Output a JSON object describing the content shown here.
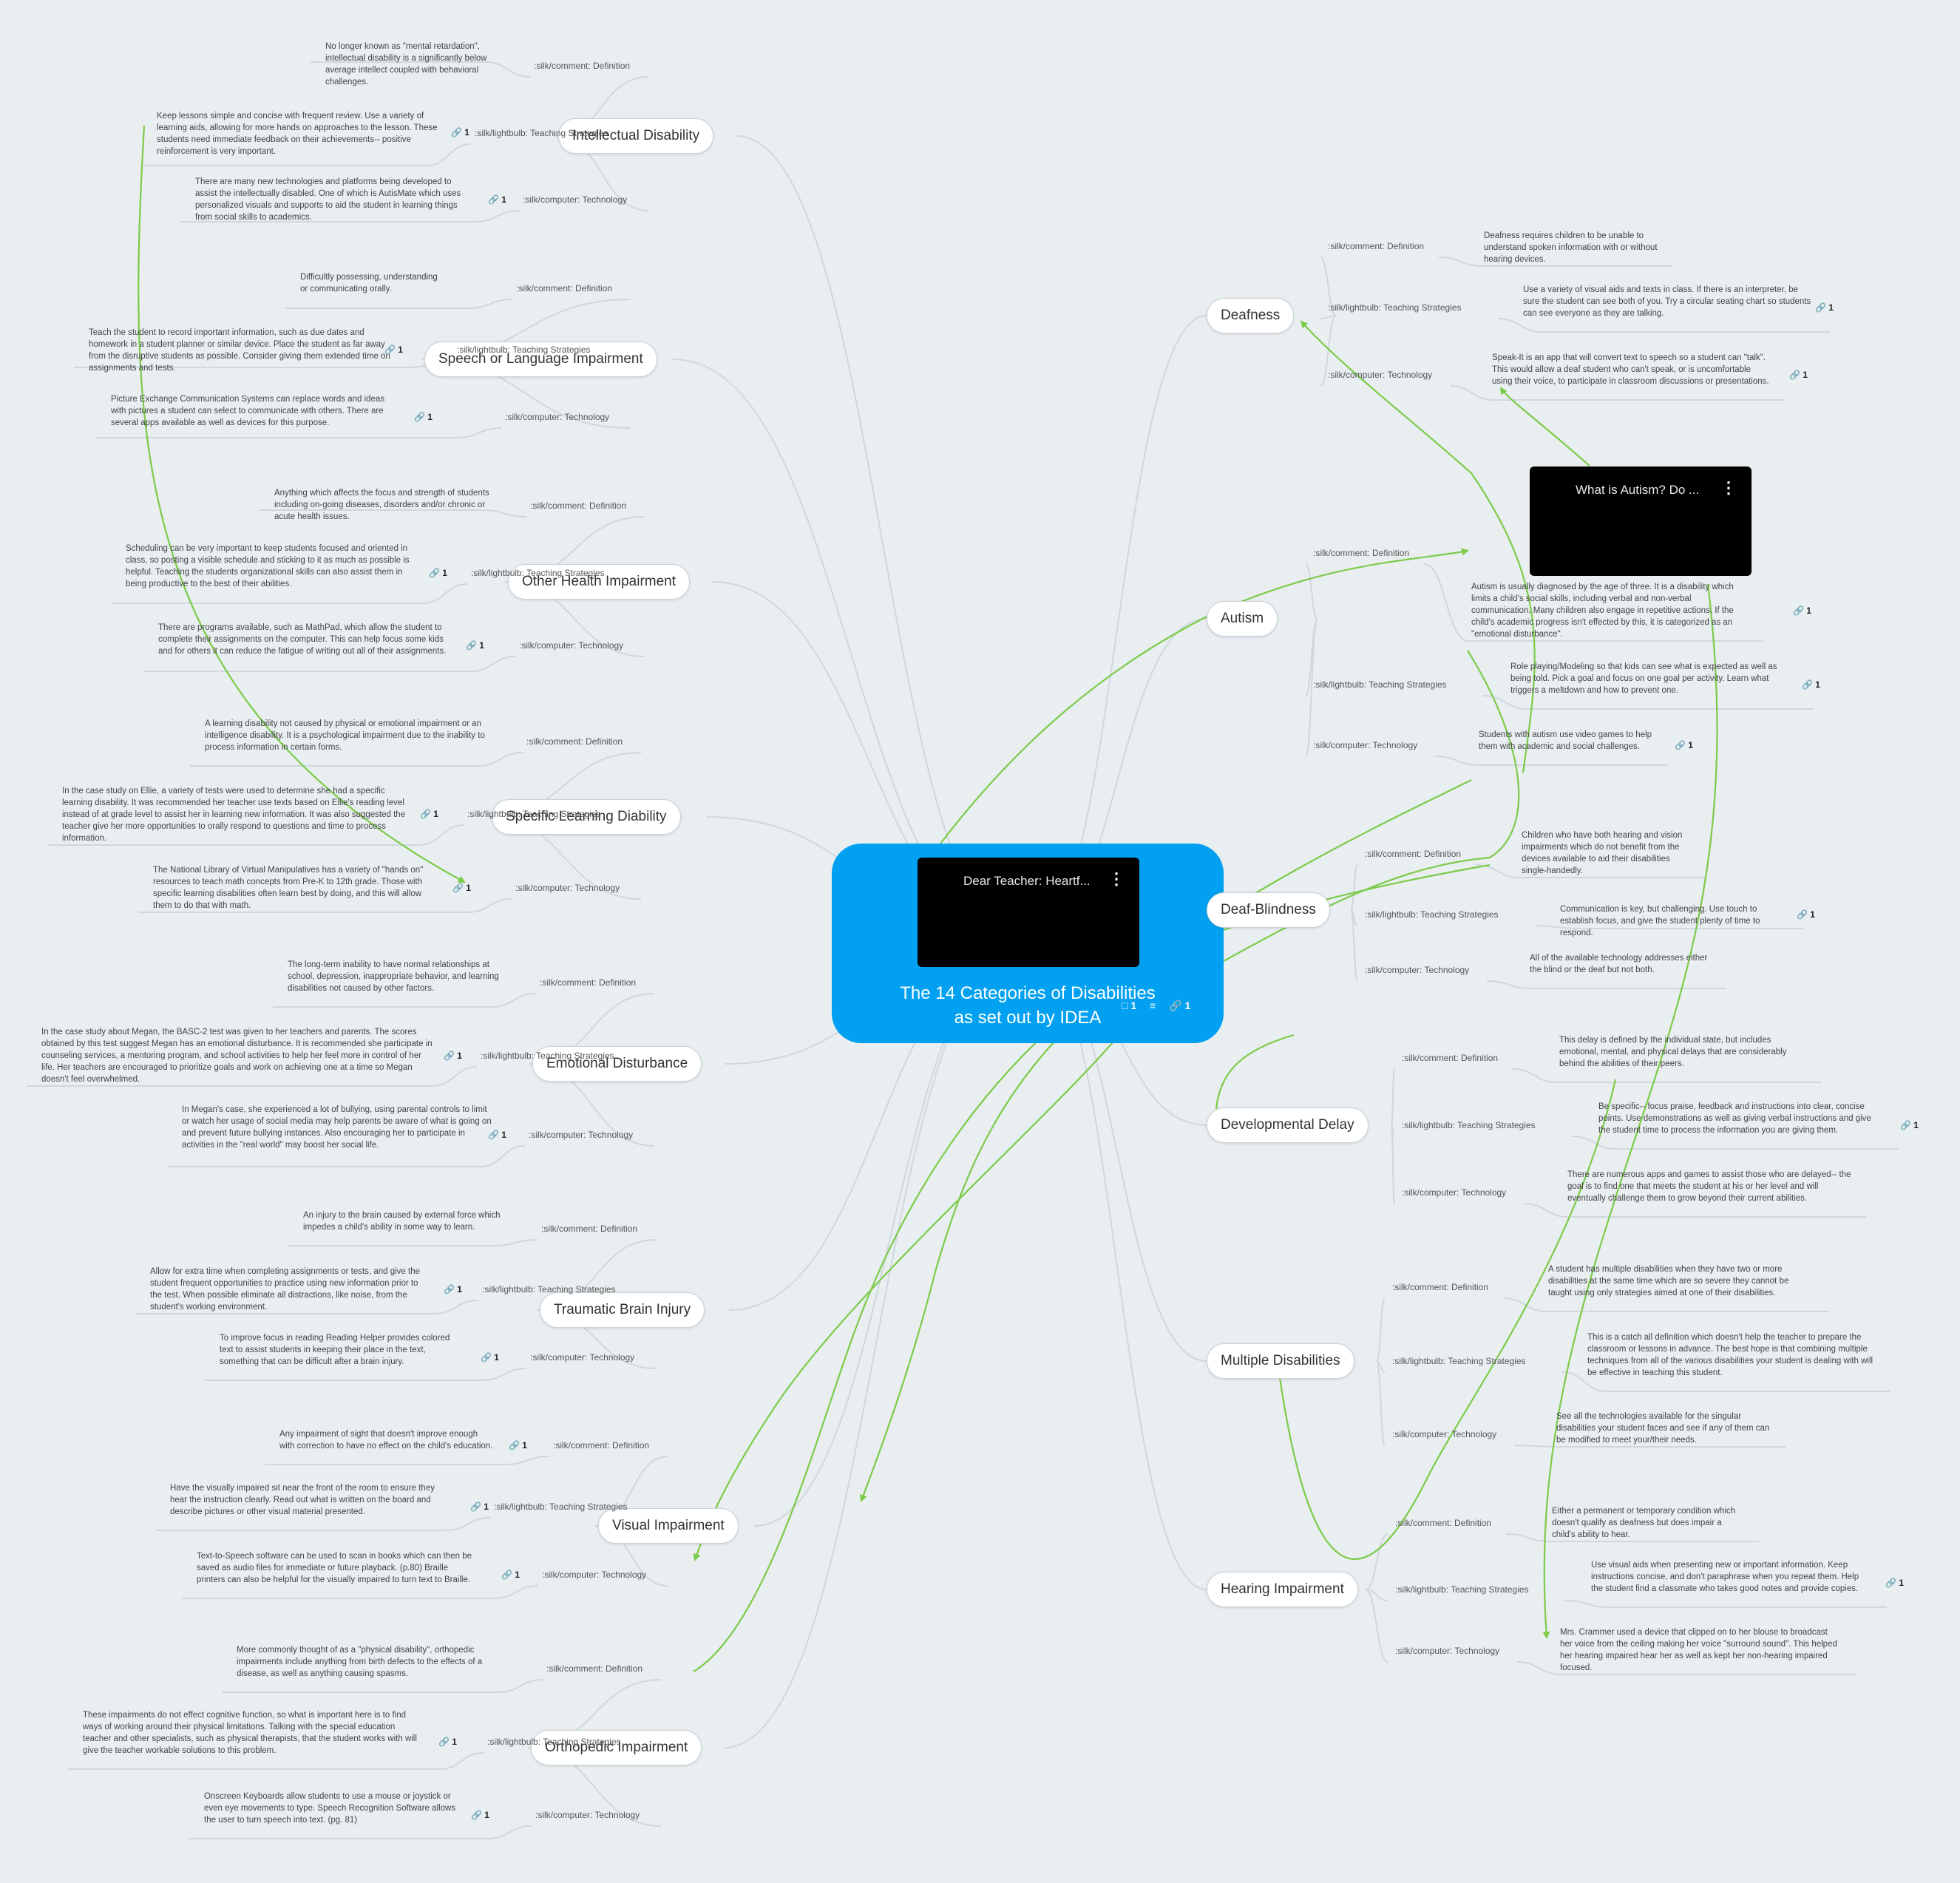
{
  "center": {
    "title_line1": "The 14 Categories of Disabilities",
    "title_line2": "as set out by IDEA",
    "video_title": "Dear Teacher: Heartf...",
    "comments_count": "1",
    "links_count": "1"
  },
  "autism_video": {
    "title": "What is Autism? Do ..."
  },
  "link_count": "1",
  "labels": {
    "definition": ":silk/comment: Definition",
    "teaching": ":silk/lightbulb: Teaching Strategies",
    "technology": ":silk/computer: Technology"
  },
  "topics": [
    {
      "name": "Intellectual Disability",
      "definition": "No longer known as \"mental retardation\", intellectual disability is a significantly below average intellect coupled with behavioral challenges.",
      "teaching": "Keep lessons simple and concise with frequent review. Use a variety of learning aids, allowing for more hands on approaches to the lesson. These students need immediate feedback on their achievements-- positive reinforcement is very important.",
      "technology": "There are many new technologies and platforms being developed to assist the intellectually disabled. One of which is AutisMate which uses personalized visuals and supports to aid the student in learning things from social skills to academics."
    },
    {
      "name": "Speech or Language Impairment",
      "definition": "Difficultly possessing, understanding or communicating orally.",
      "teaching": "Teach the student to record important information, such as due dates and homework in a student planner or similar device. Place the student as far away from the disruptive students as possible. Consider giving them extended time on assignments and tests.",
      "technology": "Picture Exchange Communication Systems can replace words and ideas with pictures a student can select to communicate with others. There are several apps available as well as devices for this purpose."
    },
    {
      "name": "Other Health Impairment",
      "definition": "Anything which affects the focus and strength of students including on-going diseases, disorders and/or chronic or acute health issues.",
      "teaching": "Scheduling can be very important to keep students focused and oriented in class, so posting a visible schedule and sticking to it as much as possible is helpful. Teaching the students organizational skills can also assist them in being productive to the best of their abilities.",
      "technology": "There are programs available, such as MathPad, which allow the student to complete their assignments on the computer. This can help focus some kids and for others it can reduce the fatigue of writing out all of their assignments."
    },
    {
      "name": "Specific Learning Diability",
      "definition": "A learning disability not caused by physical or emotional impairment or an intelligence disability. It is a psychological impairment due to the inability to process information in certain forms.",
      "teaching": "In the case study on Ellie, a variety of tests were used to determine she had a specific learning disability. It was recommended her teacher use texts based on Ellie's reading level instead of at grade level to assist her in learning new information. It was also suggested the teacher give her more opportunities to orally respond to questions and time to process information.",
      "technology": "The National Library of Virtual Manipulatives has a variety of \"hands on\" resources to teach math concepts from Pre-K to 12th grade. Those with specific learning disabilities often learn best by doing, and this will allow them to do that with math."
    },
    {
      "name": "Emotional Disturbance",
      "definition": "The long-term inability to have normal relationships at school, depression, inappropriate behavior, and learning disabilities not caused by other factors.",
      "teaching": "In the case study about Megan, the BASC-2 test was given to her teachers and parents. The scores obtained by this test suggest Megan has an emotional disturbance. It is recommended she participate in counseling services, a mentoring program, and school activities to help her feel more in control of her life. Her teachers are encouraged to prioritize goals and work on achieving one at a time so Megan doesn't feel overwhelmed.",
      "technology": "In Megan's case, she experienced a lot of bullying, using parental controls to limit or watch her usage of social media may help parents be aware of what is going on and prevent future bullying instances. Also encouraging her to participate in activities in the \"real world\" may boost her social life."
    },
    {
      "name": "Traumatic Brain Injury",
      "definition": "An injury to the brain caused by external force which impedes a child's ability in some way to learn.",
      "teaching": "Allow for extra time when completing assignments or tests, and give the student frequent opportunities to practice using new information prior to the test. When possible eliminate all distractions, like noise, from the student's working environment.",
      "technology": "To improve focus in reading Reading Helper provides colored text to assist students in keeping their place in the text, something that can be difficult after a brain injury."
    },
    {
      "name": "Visual Impairment",
      "definition": "Any impairment of sight that doesn't improve enough with correction to have no effect on the child's education.",
      "teaching": "Have the visually impaired sit near the front of the room to ensure they hear the instruction clearly. Read out what is written on the board and describe pictures or other visual material presented.",
      "technology": "Text-to-Speech software can be used to scan in books which can then be saved as audio files for immediate or future playback. (p.80) Braille printers can also be helpful for the visually impaired to turn text to Braille."
    },
    {
      "name": "Orthopedic Impairment",
      "definition": "More commonly thought of as a \"physical disability\", orthopedic impairments include anything from birth defects to the effects of a disease, as well as anything causing spasms.",
      "teaching": "These impairments do not effect cognitive function, so what is important here is to find ways of working around their physical limitations. Talking with the special education teacher and other specialists, such as physical therapists, that the student works with will give the teacher workable solutions to this problem.",
      "technology": "Onscreen Keyboards allow students to use a mouse or joystick or even eye movements to type. Speech Recognition Software allows the user to turn speech into text. (pg. 81)"
    },
    {
      "name": "Deafness",
      "definition": "Deafness requires children to be unable to understand spoken information with or without hearing devices.",
      "teaching": "Use a variety of visual aids and texts in class. If there is an interpreter, be sure the student can see both of you. Try a circular seating chart so students can see everyone as they are talking.",
      "technology": "Speak-It is an app that will convert text to speech so a student can \"talk\". This would allow a deaf student who can't speak, or is uncomfortable using their voice, to participate in classroom discussions or presentations."
    },
    {
      "name": "Autism",
      "definition": "Autism is usually diagnosed by the age of three. It is a disability which limits a child's social skills, including verbal and non-verbal communication. Many children also engage in repetitive actions. If the child's academic progress isn't effected by this, it is categorized as an \"emotional disturbance\".",
      "teaching": "Role playing/Modeling so that kids can see what is expected as well as being told. Pick a goal and focus on one goal per activity. Learn what triggers a meltdown and how to prevent one.",
      "technology": "Students with autism use video games to help them with academic and social challenges."
    },
    {
      "name": "Deaf-Blindness",
      "definition": "Children who have both hearing and vision impairments which do not benefit from the devices available to aid their disabilities single-handedly.",
      "teaching": "Communication is key, but challenging. Use touch to establish focus, and give the student plenty of time to respond.",
      "technology": "All of the available technology addresses either the blind or the deaf but not both."
    },
    {
      "name": "Developmental Delay",
      "definition": "This delay is defined by the individual state, but includes emotional, mental, and physical delays that are considerably behind the abilities of their peers.",
      "teaching": "Be specific-- focus praise, feedback and instructions into clear, concise points. Use demonstrations as well as giving verbal instructions and give the student time to process the information you are giving them.",
      "technology": "There are numerous apps and games to assist those who are delayed-- the goal is to find one that meets the student at his or her level and will eventually challenge them to grow beyond their current abilities."
    },
    {
      "name": "Multiple Disabilities",
      "definition": "A student has multiple disabilities when they have two or more disabilities at the same time which are so severe they cannot be taught using only strategies aimed at one of their disabilities.",
      "teaching": "This is a catch all definition which doesn't help the teacher to prepare the classroom or lessons in advance. The best hope is that combining multiple techniques from all of the various disabilities your student is dealing with will be effective in teaching this student.",
      "technology": "See all the technologies available for the singular disabilities your student faces and see if any of them can be modified to meet your/their needs."
    },
    {
      "name": "Hearing Impairment",
      "definition": "Either a permanent or temporary condition which doesn't qualify as deafness but does impair a child's ability to hear.",
      "teaching": "Use visual aids when presenting new or important information. Keep instructions concise, and don't paraphrase when you repeat them. Help the student find a classmate who takes good notes and provide copies.",
      "technology": "Mrs. Crammer used a device that clipped on to her blouse to broadcast her voice from the ceiling making her voice \"surround sound\". This helped her hearing impaired hear her as well as kept her non-hearing impaired focused."
    }
  ]
}
